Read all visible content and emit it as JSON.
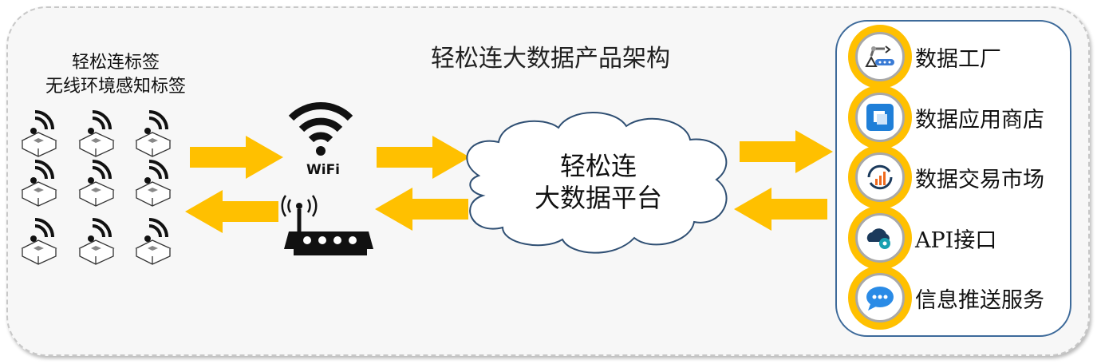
{
  "title": "轻松连大数据产品架构",
  "left_label": {
    "line1": "轻松连标签",
    "line2": "无线环境感知标签"
  },
  "wifi_label": "WiFi",
  "cloud": {
    "line1": "轻松连",
    "line2": "大数据平台"
  },
  "services": [
    {
      "label": "数据工厂",
      "icon": "robot-arm-conveyor-icon"
    },
    {
      "label": "数据应用商店",
      "icon": "app-store-icon"
    },
    {
      "label": "数据交易市场",
      "icon": "exchange-chart-icon"
    },
    {
      "label": "API接口",
      "icon": "cloud-gear-icon"
    },
    {
      "label": "信息推送服务",
      "icon": "chat-bubble-icon"
    }
  ],
  "colors": {
    "arrow": "#ffc000",
    "panel_border": "#3d6a9a",
    "cloud_border": "#2f4f73"
  }
}
